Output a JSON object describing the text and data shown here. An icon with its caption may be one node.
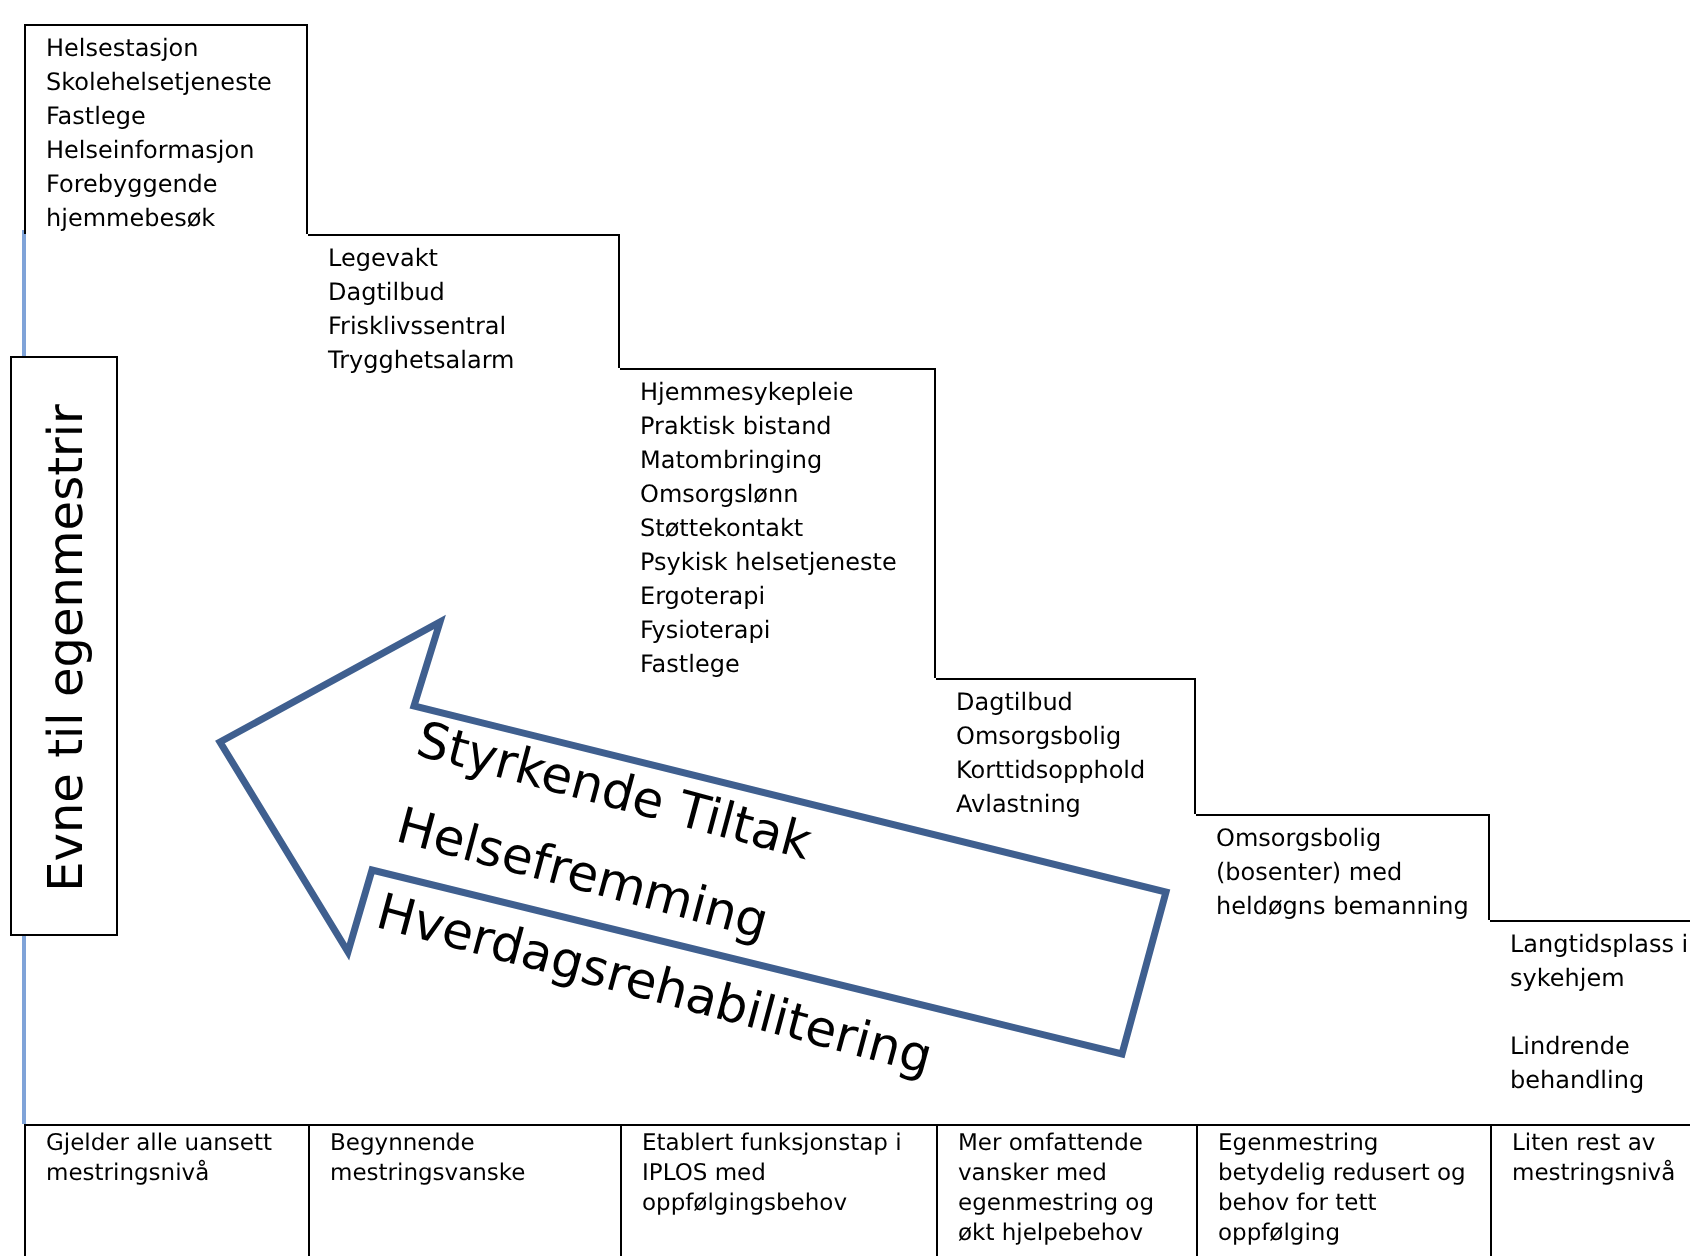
{
  "diagram": {
    "nodes": [
      {
        "text": [
          "Helsestasjon",
          "Skolehelsetjeneste",
          "Fastlege",
          "Helseinformasjon",
          "Forebyggende hjemmebesøk"
        ]
      },
      {
        "text": [
          "Legevakt",
          "Dagtilbud",
          "Frisklivssentral",
          "Trygghetsalarm"
        ]
      },
      {
        "text": [
          "Hjemmesykepleie",
          "Praktisk bistand",
          "Matombringing",
          "Omsorgslønn",
          "Støttekontakt",
          "Psykisk helsetjeneste",
          "Ergoterapi",
          "Fysioterapi",
          "Fastlege"
        ]
      },
      {
        "text": [
          "Dagtilbud",
          "Omsorgsbolig",
          "Korttidsopphold",
          "Avlastning"
        ]
      },
      {
        "text": [
          "Omsorgsbolig (bosenter) med heldøgns bemanning"
        ]
      },
      {
        "text": [
          "Langtidsplass i sykehjem",
          "Lindrende behandling"
        ]
      },
      {
        "text": [
          "Evne til egenmestrir"
        ]
      },
      {
        "text": [
          "Styrkende Tiltak",
          "Helsefremming",
          "Hverdagsrehabilitering"
        ]
      }
    ],
    "labels": [
      "Gjelder alle uansett mestringsnivå",
      "Begynnende mestringsvanske",
      "Etablert funksjonstap i IPLOS med oppfølgingsbehov",
      "Mer omfattende vansker med egenmestring og økt hjelpebehov",
      "Egenmestring betydelig redusert og behov for tett oppfølging",
      "Liten rest av mestringsnivå"
    ]
  }
}
